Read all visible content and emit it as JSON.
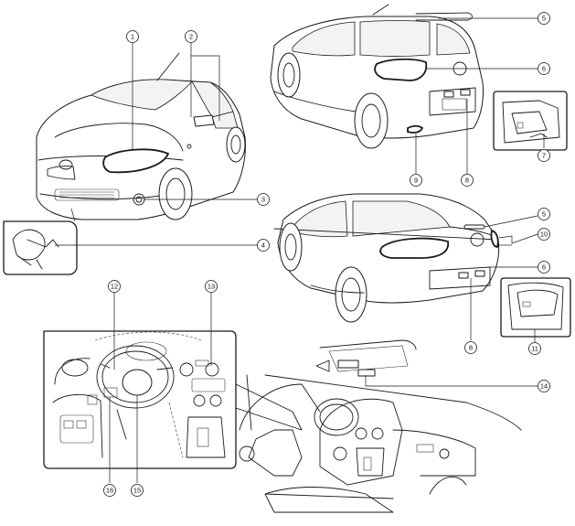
{
  "callouts": [
    {
      "id": "c1",
      "label": "1"
    },
    {
      "id": "c2",
      "label": "2"
    },
    {
      "id": "c3",
      "label": "3"
    },
    {
      "id": "c4",
      "label": "4"
    },
    {
      "id": "c5a",
      "label": "5"
    },
    {
      "id": "c6a",
      "label": "6"
    },
    {
      "id": "c7",
      "label": "7"
    },
    {
      "id": "c8a",
      "label": "8"
    },
    {
      "id": "c9",
      "label": "9"
    },
    {
      "id": "c5b",
      "label": "5"
    },
    {
      "id": "c10",
      "label": "10"
    },
    {
      "id": "c6b",
      "label": "6"
    },
    {
      "id": "c8b",
      "label": "8"
    },
    {
      "id": "c11",
      "label": "11"
    },
    {
      "id": "c12",
      "label": "12"
    },
    {
      "id": "c13",
      "label": "13"
    },
    {
      "id": "c14",
      "label": "14"
    },
    {
      "id": "c15",
      "label": "15"
    },
    {
      "id": "c16",
      "label": "16"
    }
  ],
  "colors": {
    "line": "#1a1a1a",
    "background": "#ffffff",
    "glass": "#f3f3f3"
  }
}
